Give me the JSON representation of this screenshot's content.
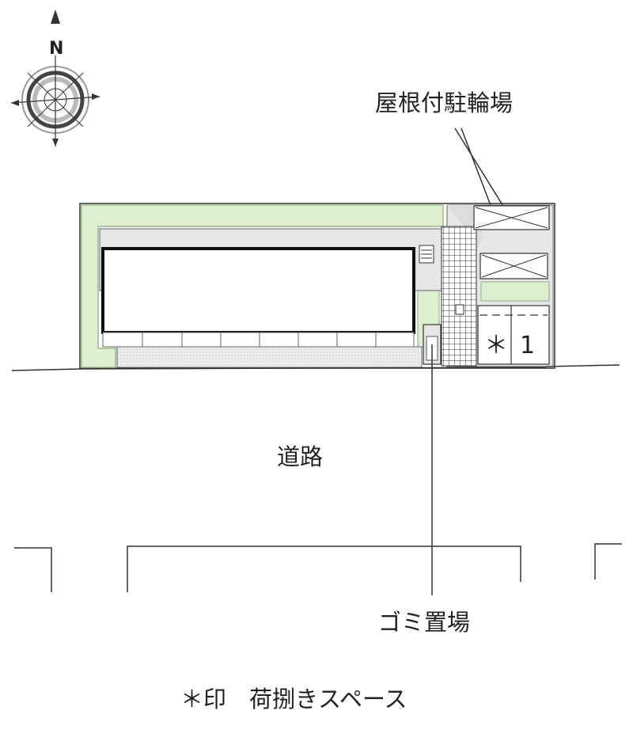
{
  "compass": {
    "north_label": "N"
  },
  "labels": {
    "bike_parking": "屋根付駐輪場",
    "road": "道路",
    "garbage": "ゴミ置場",
    "space_mark": "＊",
    "space_number": "1",
    "footnote": "＊印　荷捌きスペース"
  },
  "colors": {
    "greenery": "#dcefd0",
    "greenery_edge": "#9fb890",
    "paving": "#e6e6e6",
    "line": "#333333"
  }
}
